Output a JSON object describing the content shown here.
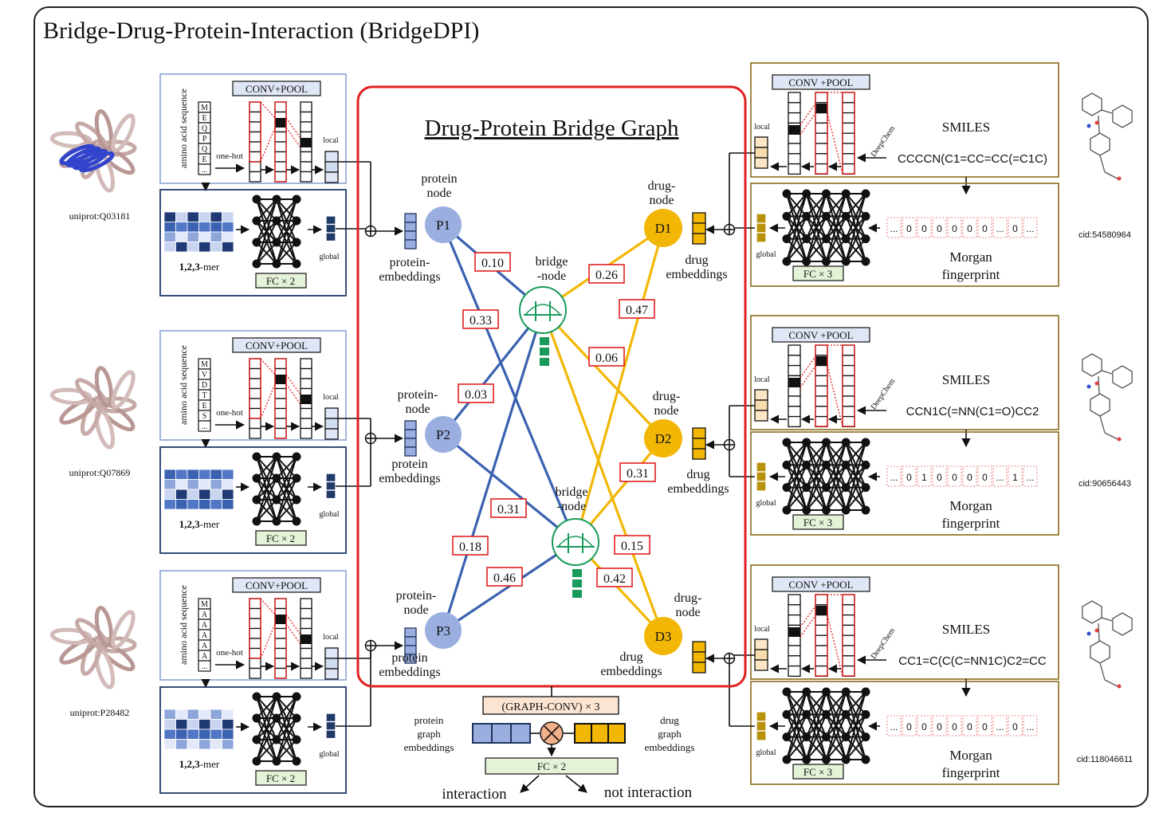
{
  "title": "Bridge-Drug-Protein-Interaction (BridgeDPI)",
  "graph_title": "Drug-Protein Bridge Graph",
  "colors": {
    "protein_blue": "#3b62b0",
    "protein_light": "#9aaee0",
    "protein_dark": "#203a6a",
    "drug_yellow": "#f2b705",
    "bridge_green": "#1a9a5a",
    "graph_border": "#e02020",
    "drug_box_border": "#8b6a1a",
    "protein_box_border": "#8aa4d8",
    "fc_fill": "#e4f2d8",
    "conv_fill": "#dfe6f6",
    "graphconv_fill": "#fbe4d2"
  },
  "proteins": [
    {
      "uniprot": "uniprot:Q03181",
      "sequence": [
        "M",
        "E",
        "Q",
        "P",
        "Q",
        "E",
        "..."
      ],
      "node": "P1",
      "node_title": "protein node",
      "embed_label": "protein-\nembeddings"
    },
    {
      "uniprot": "uniprot:Q07869",
      "sequence": [
        "M",
        "V",
        "D",
        "T",
        "E",
        "S",
        "..."
      ],
      "node": "P2",
      "node_title": "protein-\nnode",
      "embed_label": "protein\nembeddings"
    },
    {
      "uniprot": "uniprot:P28482",
      "sequence": [
        "M",
        "A",
        "A",
        "A",
        "A",
        "A",
        "..."
      ],
      "node": "P3",
      "node_title": "protein-\nnode",
      "embed_label": "protein\nembeddings"
    }
  ],
  "protein_labels": {
    "amino": "amino acid sequence",
    "conv": "CONV+POOL",
    "onehot": "one-hot",
    "local": "local",
    "global": "global",
    "kmer_prefix": "1,2,3",
    "kmer_suffix": "-mer",
    "fc": "FC  ×  2"
  },
  "drugs": [
    {
      "cid": "cid:54580964",
      "smiles": "CCCCN(C1=CC=CC(=C1C)",
      "fingerprint": [
        "...",
        "0",
        "0",
        "0",
        "0",
        "0",
        "0",
        "...",
        "0",
        "..."
      ],
      "node": "D1",
      "node_title": "drug-\nnode",
      "embed_label": "drug\nembeddings"
    },
    {
      "cid": "cid:90656443",
      "smiles": "CCN1C(=NN(C1=O)CC2",
      "fingerprint": [
        "...",
        "0",
        "1",
        "0",
        "0",
        "0",
        "0",
        "...",
        "1",
        "..."
      ],
      "node": "D2",
      "node_title": "drug-\nnode",
      "embed_label": "drug\nembeddings"
    },
    {
      "cid": "cid:118046611",
      "smiles": "CC1=C(C(C=NN1C)C2=CC",
      "fingerprint": [
        "...",
        "0",
        "0",
        "0",
        "0",
        "0",
        "0",
        "...",
        "0",
        "..."
      ],
      "node": "D3",
      "node_title": "drug-\nnode",
      "embed_label": "drug\nembeddings"
    }
  ],
  "drug_labels": {
    "conv": "CONV +POOL",
    "smiles": "SMILES",
    "deepchem": "DeepChem",
    "local": "local",
    "global": "global",
    "morgan": "Morgan\nfingerprint",
    "fc": "FC  ×  3"
  },
  "bridges": [
    {
      "label": "bridge\n-node"
    },
    {
      "label": "bridge\n-node"
    }
  ],
  "edge_weights": {
    "p1_b1": "0.10",
    "p1_b2": "0.33",
    "p2_b1": "0.03",
    "p2_b2": "0.31",
    "p3_b1": "0.18",
    "p3_b2": "0.46",
    "d1_b1": "0.26",
    "d1_b2": "0.47",
    "d2_b1": "0.06",
    "d2_b2": "0.31",
    "d3_b1": "0.15",
    "d3_b2": "0.42"
  },
  "bottom": {
    "graph_conv": "(GRAPH-CONV)  × 3",
    "protein_graph": "protein\ngraph\nembeddings",
    "drug_graph": "drug\ngraph\nembeddings",
    "fc": "FC  ×  2",
    "interaction": "interaction",
    "not_interaction": "not interaction"
  }
}
